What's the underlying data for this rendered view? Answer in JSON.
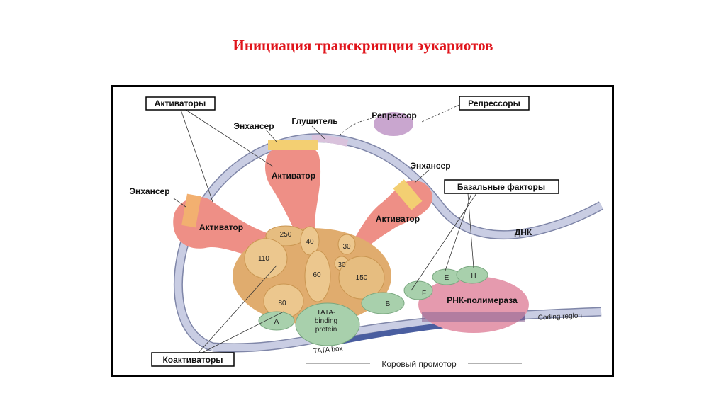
{
  "title": "Инициация транскрипции эукариотов",
  "diagram": {
    "boxes": {
      "activators": "Активаторы",
      "repressors": "Репрессоры",
      "basal_factors": "Базальные факторы",
      "coactivators": "Коактиваторы"
    },
    "labels": {
      "repressor": "Репрессор",
      "silencer": "Глушитель",
      "enhancer_top": "Энхансер",
      "enhancer_right": "Энхансер",
      "enhancer_left": "Энхансер",
      "activator_top": "Активатор",
      "activator_left": "Активатор",
      "activator_right": "Активатор",
      "dna": "ДНК",
      "rna_polymerase": "РНК-полимераза",
      "coding_region": "Coding region",
      "tata_box": "TATA box",
      "core_promoter": "Коровый промотор"
    },
    "subunits": [
      "250",
      "40",
      "30",
      "30",
      "110",
      "60",
      "150",
      "80"
    ],
    "factors": {
      "a": "A",
      "b": "B",
      "f": "F",
      "e": "E",
      "h": "H",
      "tbp_1": "TATA-",
      "tbp_2": "binding",
      "tbp_3": "protein"
    }
  }
}
